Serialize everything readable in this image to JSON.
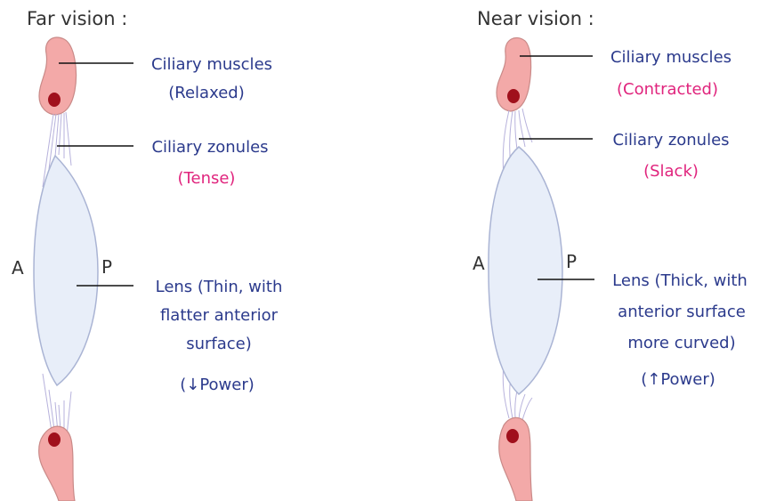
{
  "colors": {
    "label_blue": "#2b3a8c",
    "label_pink": "#e0247d",
    "title_gray": "#333333",
    "muscle_fill": "#f3a9a8",
    "muscle_nucleus": "#a0101c",
    "lens_fill": "#e8eef9",
    "lens_stroke": "#aab4d4",
    "zonule": "#b7b2dc"
  },
  "far_vision": {
    "title": "Far vision :",
    "anterior": "A",
    "posterior": "P",
    "muscles": {
      "name": "Ciliary muscles",
      "state": "(Relaxed)"
    },
    "zonules": {
      "name": "Ciliary zonules",
      "state": "(Tense)"
    },
    "lens": {
      "line1": "Lens (Thin, with",
      "line2": "flatter anterior",
      "line3": "surface)",
      "power_open": "(",
      "arrow": "↓",
      "power_word": "Power)"
    }
  },
  "near_vision": {
    "title": "Near vision :",
    "anterior": "A",
    "posterior": "P",
    "muscles": {
      "name": "Ciliary muscles",
      "state": "(Contracted)"
    },
    "zonules": {
      "name": "Ciliary zonules",
      "state": "(Slack)"
    },
    "lens": {
      "line1": "Lens (Thick, with",
      "line2": "anterior surface",
      "line3": "more curved)",
      "power_open": "(",
      "arrow": "↑",
      "power_word": "Power)"
    }
  }
}
